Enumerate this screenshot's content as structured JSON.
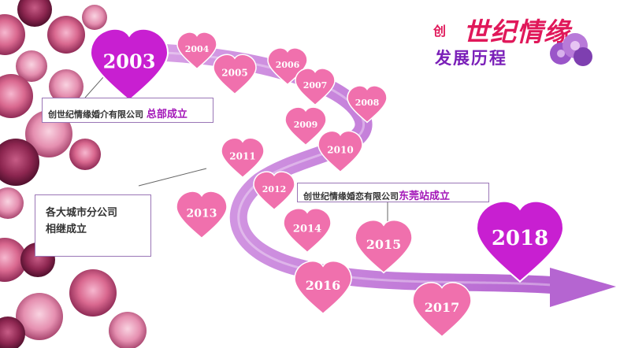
{
  "logo": {
    "chuang": "创",
    "brand": "世纪情缘",
    "subtitle": "发展历程"
  },
  "milestones": [
    {
      "year": "2003",
      "featured": true
    },
    {
      "year": "2004",
      "featured": false
    },
    {
      "year": "2005",
      "featured": false
    },
    {
      "year": "2006",
      "featured": false
    },
    {
      "year": "2007",
      "featured": false
    },
    {
      "year": "2008",
      "featured": false
    },
    {
      "year": "2009",
      "featured": false
    },
    {
      "year": "2010",
      "featured": false
    },
    {
      "year": "2011",
      "featured": false
    },
    {
      "year": "2012",
      "featured": false
    },
    {
      "year": "2013",
      "featured": false
    },
    {
      "year": "2014",
      "featured": false
    },
    {
      "year": "2015",
      "featured": false
    },
    {
      "year": "2016",
      "featured": false
    },
    {
      "year": "2017",
      "featured": false
    },
    {
      "year": "2018",
      "featured": true
    }
  ],
  "callouts": {
    "hq": {
      "prefix": "创世纪情缘婚介有限公司 ",
      "highlight": "总部成立"
    },
    "dongguan": {
      "prefix": "创世纪情缘婚恋有限公司",
      "highlight": "东莞站成立"
    },
    "branches": {
      "line1": "各大城市分公司",
      "line2": "相继成立"
    }
  },
  "colors": {
    "featured_heart": "#c81fd1",
    "regular_heart": "#f070ad",
    "road": "#c27fd9",
    "highlight_text": "#a316b8",
    "brand": "#e0185a",
    "subtitle": "#7a1fb8"
  }
}
